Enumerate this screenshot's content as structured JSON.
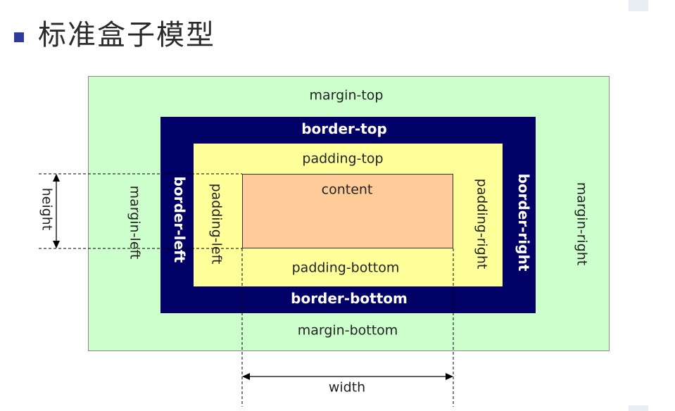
{
  "title": "标准盒子模型",
  "colors": {
    "bullet": "#2e3a9c",
    "margin": "#ccffcc",
    "border": "#000066",
    "padding": "#ffff99",
    "content": "#ffcc99"
  },
  "labels": {
    "margin_top": "margin-top",
    "margin_bottom": "margin-bottom",
    "margin_left": "margin-left",
    "margin_right": "margin-right",
    "border_top": "border-top",
    "border_bottom": "border-bottom",
    "border_left": "border-left",
    "border_right": "border-right",
    "padding_top": "padding-top",
    "padding_bottom": "padding-bottom",
    "padding_left": "padding-left",
    "padding_right": "padding-right",
    "content": "content",
    "height": "height",
    "width": "width"
  }
}
